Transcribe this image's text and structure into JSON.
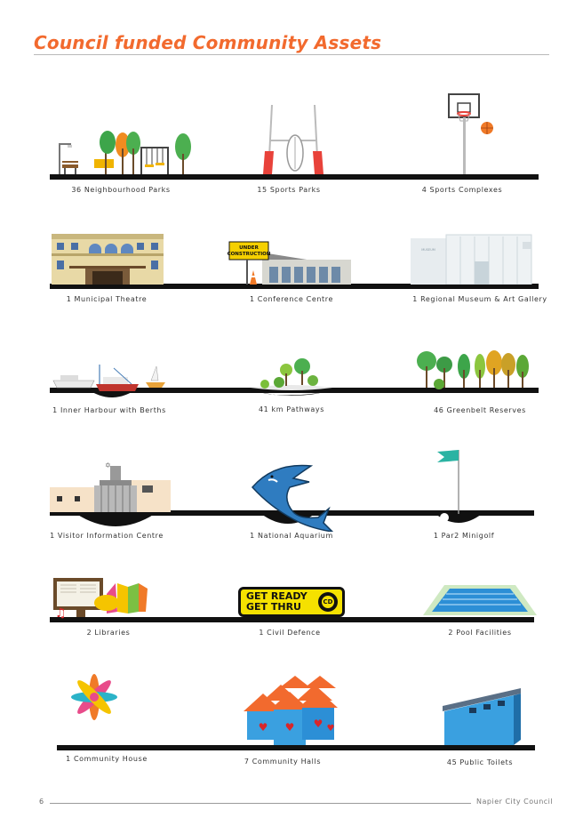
{
  "page": {
    "title": "Council funded Community Assets",
    "page_number": "6",
    "footer_publisher": "Napier City Council"
  },
  "assets": [
    {
      "label": "36 Neighbourhood Parks",
      "icon": "playground-icon"
    },
    {
      "label": "15 Sports Parks",
      "icon": "rugby-posts-icon"
    },
    {
      "label": "4 Sports Complexes",
      "icon": "basketball-hoop-icon"
    },
    {
      "label": "1 Municipal Theatre",
      "icon": "theatre-building-icon"
    },
    {
      "label": "1 Conference Centre",
      "icon": "conference-centre-icon"
    },
    {
      "label": "1 Regional Museum & Art Gallery",
      "icon": "museum-building-icon"
    },
    {
      "label": "1 Inner Harbour with Berths",
      "icon": "harbour-boats-icon"
    },
    {
      "label": "41 km Pathways",
      "icon": "pathway-icon"
    },
    {
      "label": "46 Greenbelt Reserves",
      "icon": "trees-icon"
    },
    {
      "label": "1 Visitor Information Centre",
      "icon": "visitor-centre-icon"
    },
    {
      "label": "1 National Aquarium",
      "icon": "shark-icon"
    },
    {
      "label": "1 Par2 Minigolf",
      "icon": "golf-flag-icon"
    },
    {
      "label": "2 Libraries",
      "icon": "books-icon"
    },
    {
      "label": "1 Civil Defence",
      "icon": "civil-defence-sign-icon"
    },
    {
      "label": "2 Pool Facilities",
      "icon": "swimming-pool-icon"
    },
    {
      "label": "1 Community House",
      "icon": "flower-icon"
    },
    {
      "label": "7 Community Halls",
      "icon": "houses-icon"
    },
    {
      "label": "45 Public Toilets",
      "icon": "toilet-block-icon"
    }
  ],
  "signs": {
    "under_construction": "UNDER CONSTRUCTION",
    "civil_defence_line1": "GET READY",
    "civil_defence_line2": "GET THRU",
    "civil_defence_logo": "CD"
  },
  "colors": {
    "title": "#f26a2e",
    "ground": "#111111"
  }
}
